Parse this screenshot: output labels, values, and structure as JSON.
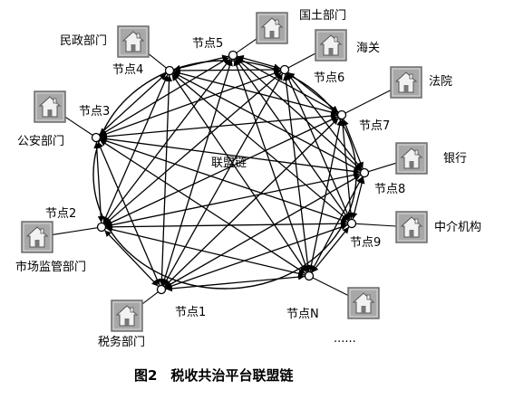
{
  "center_label": "联盟链",
  "caption": "图2　税收共治平台联盟链",
  "ellipsis": "······",
  "nodes": [
    {
      "id": "n5",
      "node_label": "节点5",
      "dept_label": "国土部门"
    },
    {
      "id": "n6",
      "node_label": "节点6",
      "dept_label": "海关"
    },
    {
      "id": "n7",
      "node_label": "节点7",
      "dept_label": "法院"
    },
    {
      "id": "n8",
      "node_label": "节点8",
      "dept_label": "银行"
    },
    {
      "id": "n9",
      "node_label": "节点9",
      "dept_label": "中介机构"
    },
    {
      "id": "nN",
      "node_label": "节点N",
      "dept_label": ""
    },
    {
      "id": "n1",
      "node_label": "节点1",
      "dept_label": "税务部门"
    },
    {
      "id": "n2",
      "node_label": "节点2",
      "dept_label": "市场监管部门"
    },
    {
      "id": "n3",
      "node_label": "节点3",
      "dept_label": "公安部门"
    },
    {
      "id": "n4",
      "node_label": "节点4",
      "dept_label": "民政部门"
    }
  ],
  "connections": "all-to-all bidirectional",
  "colors": {
    "icon_bg": "#a8a8a8",
    "icon_border": "#6e6e6e",
    "house": "#f2f2f2",
    "line": "#000000"
  },
  "icon": "house-icon"
}
